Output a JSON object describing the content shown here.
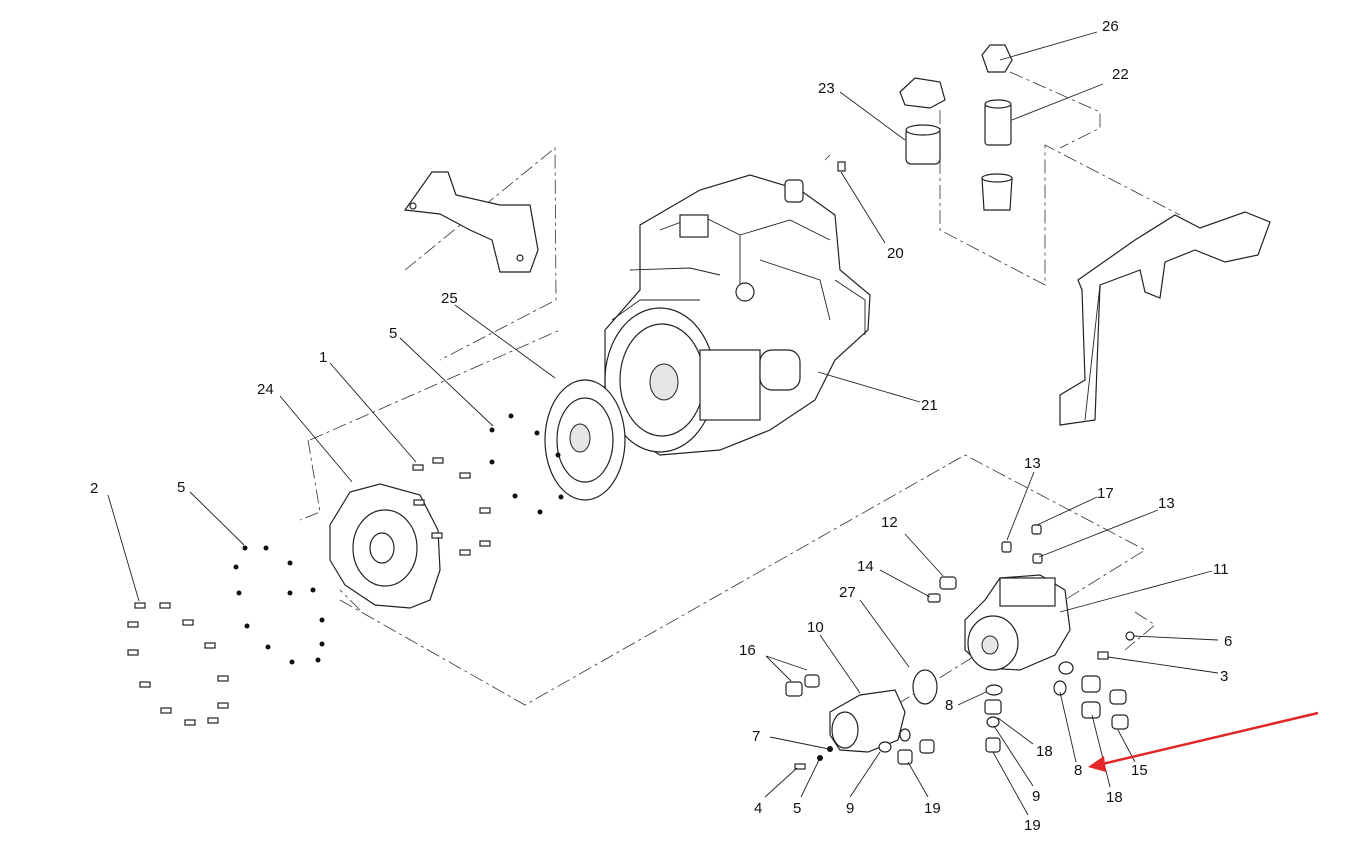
{
  "callouts": [
    {
      "id": "c1",
      "text": "1"
    },
    {
      "id": "c2",
      "text": "2"
    },
    {
      "id": "c3",
      "text": "3"
    },
    {
      "id": "c4",
      "text": "4"
    },
    {
      "id": "c5a",
      "text": "5"
    },
    {
      "id": "c5b",
      "text": "5"
    },
    {
      "id": "c5c",
      "text": "5"
    },
    {
      "id": "c6",
      "text": "6"
    },
    {
      "id": "c7",
      "text": "7"
    },
    {
      "id": "c8a",
      "text": "8"
    },
    {
      "id": "c8b",
      "text": "8"
    },
    {
      "id": "c9a",
      "text": "9"
    },
    {
      "id": "c9b",
      "text": "9"
    },
    {
      "id": "c10",
      "text": "10"
    },
    {
      "id": "c11",
      "text": "11"
    },
    {
      "id": "c12",
      "text": "12"
    },
    {
      "id": "c13a",
      "text": "13"
    },
    {
      "id": "c13b",
      "text": "13"
    },
    {
      "id": "c14",
      "text": "14"
    },
    {
      "id": "c15",
      "text": "15"
    },
    {
      "id": "c16",
      "text": "16"
    },
    {
      "id": "c17",
      "text": "17"
    },
    {
      "id": "c18a",
      "text": "18"
    },
    {
      "id": "c18b",
      "text": "18"
    },
    {
      "id": "c19a",
      "text": "19"
    },
    {
      "id": "c19b",
      "text": "19"
    },
    {
      "id": "c20",
      "text": "20"
    },
    {
      "id": "c21",
      "text": "21"
    },
    {
      "id": "c22",
      "text": "22"
    },
    {
      "id": "c23",
      "text": "23"
    },
    {
      "id": "c24",
      "text": "24"
    },
    {
      "id": "c25",
      "text": "25"
    },
    {
      "id": "c26",
      "text": "26"
    },
    {
      "id": "c27",
      "text": "27"
    }
  ],
  "colors": {
    "line": "#222222",
    "highlight_arrow": "#e32626",
    "background": "#ffffff"
  }
}
